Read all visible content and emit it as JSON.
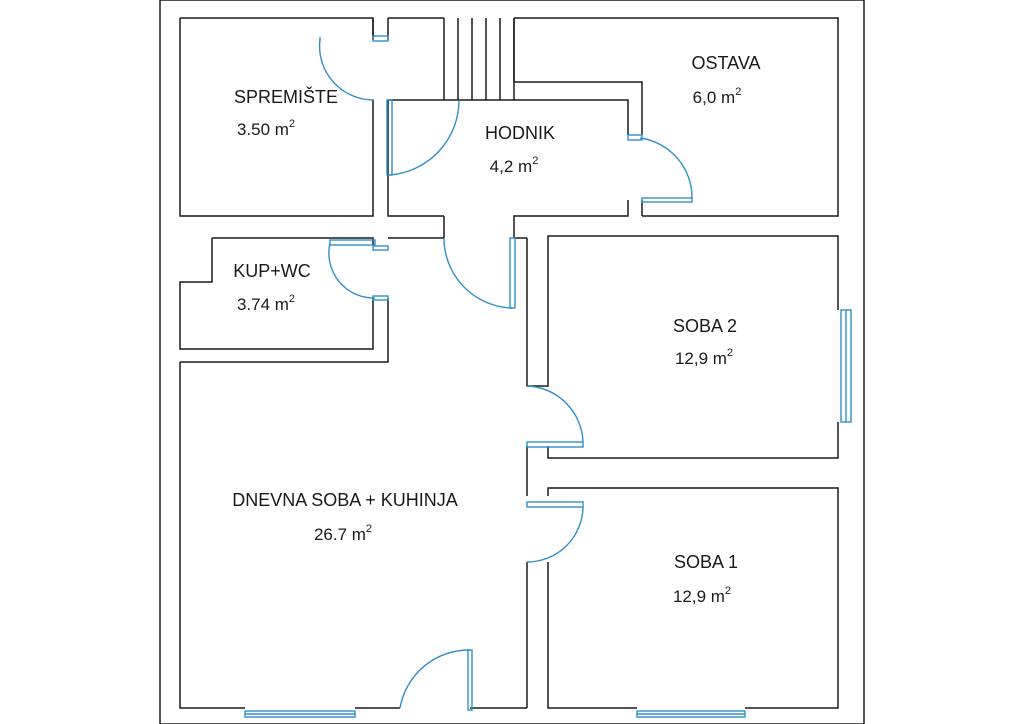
{
  "rooms": [
    {
      "id": "spremiste",
      "name": "SPREMIŠTE",
      "area_value": "3.50 m",
      "area_unit_sup": "2"
    },
    {
      "id": "hodnik",
      "name": "HODNIK",
      "area_value": "4,2 m",
      "area_unit_sup": "2"
    },
    {
      "id": "ostava",
      "name": "OSTAVA",
      "area_value": "6,0 m",
      "area_unit_sup": "2"
    },
    {
      "id": "kupwc",
      "name": "KUP+WC",
      "area_value": "3.74 m",
      "area_unit_sup": "2"
    },
    {
      "id": "soba2",
      "name": "SOBA 2",
      "area_value": "12,9 m",
      "area_unit_sup": "2"
    },
    {
      "id": "dnevna",
      "name": "DNEVNA SOBA + KUHINJA",
      "area_value": "26.7 m",
      "area_unit_sup": "2"
    },
    {
      "id": "soba1",
      "name": "SOBA 1",
      "area_value": "12,9 m",
      "area_unit_sup": "2"
    }
  ],
  "colors": {
    "wall": "#1a1a1a",
    "door": "#2f8fc8",
    "background": "#ffffff"
  }
}
